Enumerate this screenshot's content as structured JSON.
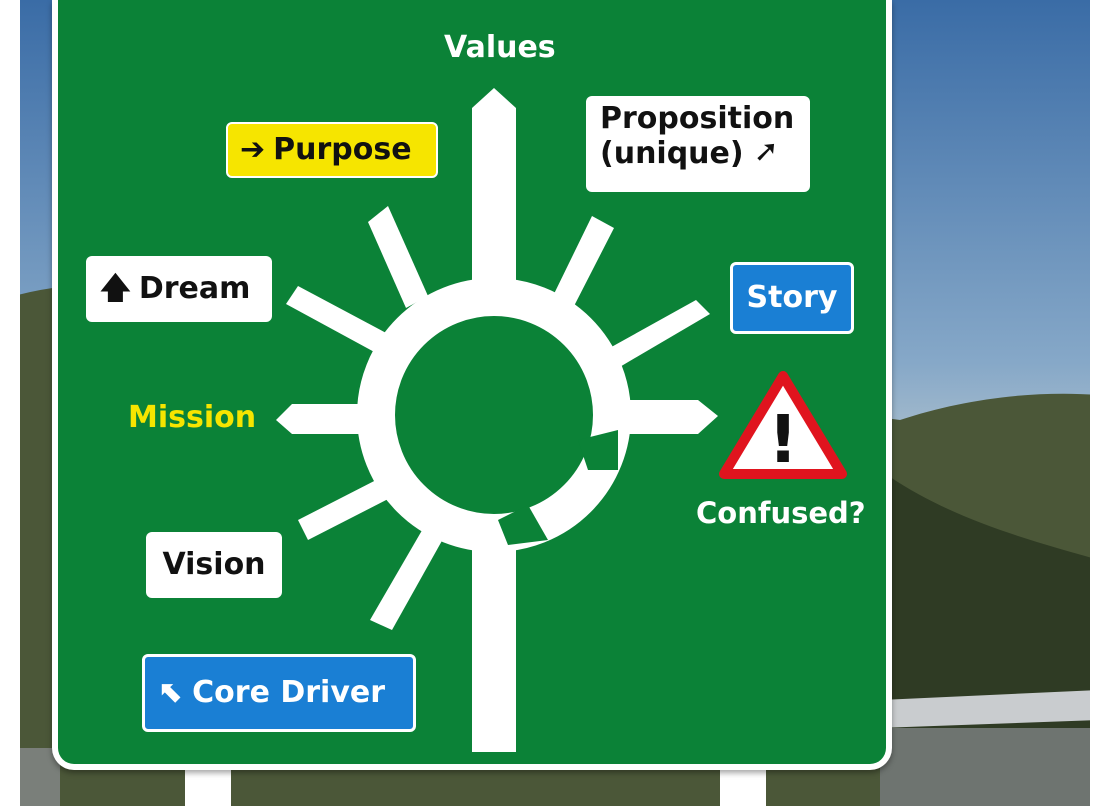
{
  "sign": {
    "top_label": "Values",
    "purpose": {
      "arrow": "➔",
      "text": "Purpose"
    },
    "proposition": {
      "line1": "Proposition",
      "line2": "(unique)",
      "arrow": "➚"
    },
    "dream": {
      "arrow": "🡅",
      "text": "Dream"
    },
    "story": "Story",
    "mission": "Mission",
    "warning_symbol": "!",
    "confused": "Confused?",
    "vision": "Vision",
    "core_driver": {
      "arrow": "⬉",
      "text": "Core Driver"
    }
  },
  "colors": {
    "sign_green": "#0b8237",
    "yellow": "#f6e500",
    "blue": "#1a7fd4",
    "warning_red": "#e0141e",
    "sky_top": "#3d6fa8",
    "hill": "#4f5a3b"
  }
}
